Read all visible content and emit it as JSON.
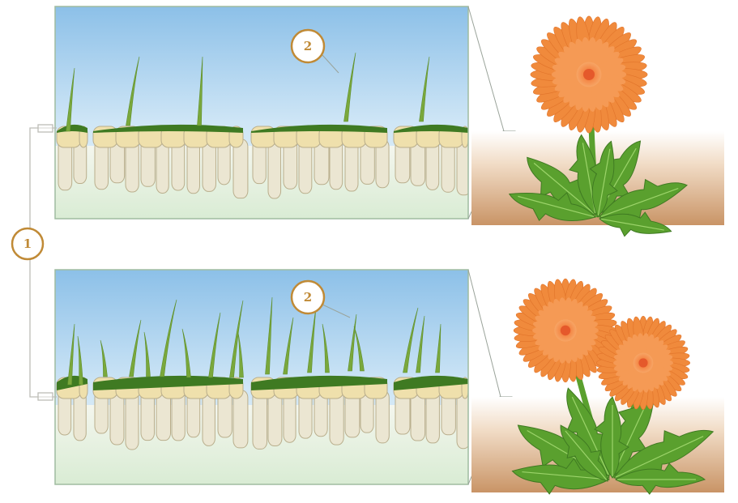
{
  "callouts": {
    "bracket": "1",
    "hair_top": "2",
    "hair_bottom": "2"
  },
  "colors": {
    "sky_top": "#8cc0e8",
    "sky_bottom": "#dff0f8",
    "hair_green": "#7aa83c",
    "cuticle_green": "#3f7a22",
    "epidermis_cell": "#efe0ac",
    "tissue_cell": "#ebe6d2",
    "cell_outline": "#b9ae8c",
    "callout_ring": "#c08a36",
    "petal_orange": "#f08a3c",
    "flower_center": "#e5592b",
    "leaf_green": "#5aa02e",
    "soil_brown": "#cc9a6e"
  },
  "panels": [
    {
      "id": "sparse-hairs",
      "flower_heads": 1
    },
    {
      "id": "dense-hairs",
      "flower_heads": 2
    }
  ]
}
